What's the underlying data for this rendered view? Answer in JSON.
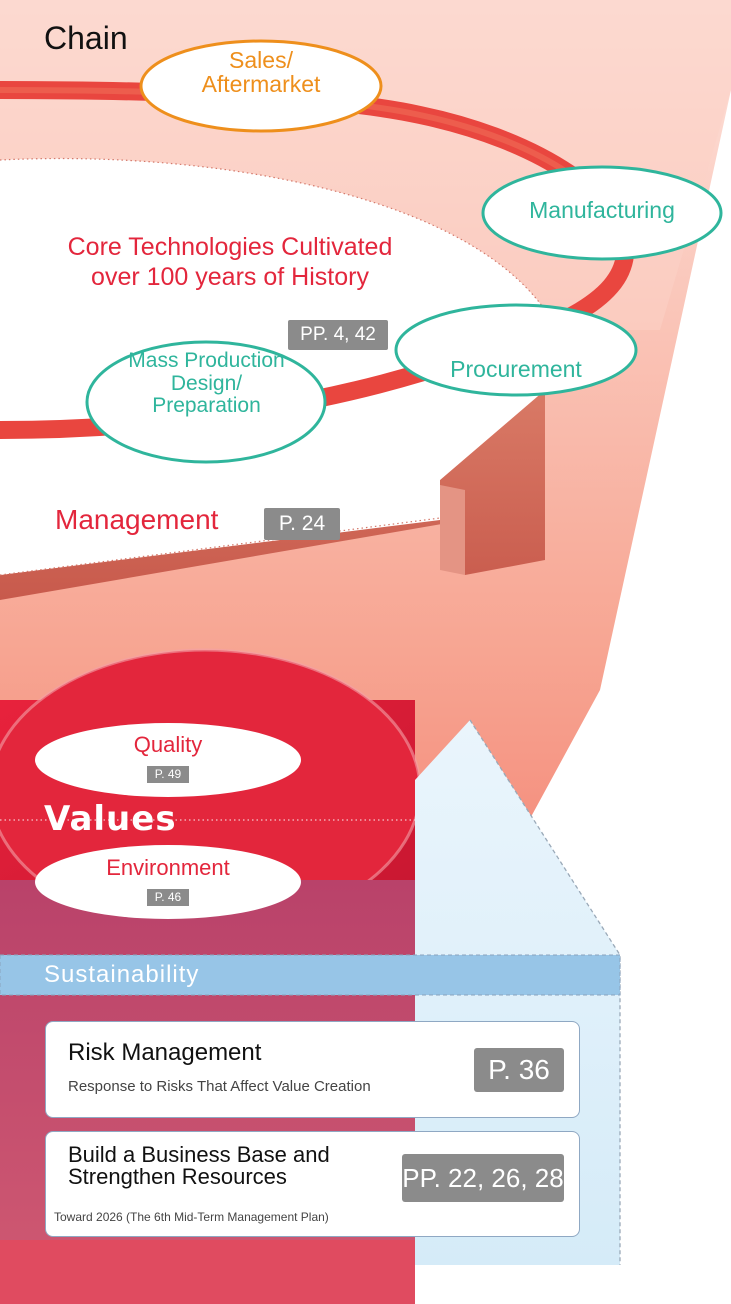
{
  "chain_title": "Chain",
  "cycle_nodes": {
    "sales": "Sales/\nAftermarket",
    "manufacturing": "Manufacturing",
    "procurement": "Procurement",
    "mass_production": "Mass Production\nDesign/\nPreparation"
  },
  "core_tech": {
    "title": "Core Technologies Cultivated\nover 100 years of History",
    "ref": "PP. 4, 42"
  },
  "management": {
    "label": "Management",
    "ref": "P. 24"
  },
  "values": {
    "title": "Values",
    "quality": {
      "label": "Quality",
      "ref": "P. 49"
    },
    "environment": {
      "label": "Environment",
      "ref": "P. 46"
    }
  },
  "sustainability": {
    "header": "Sustainability",
    "risk": {
      "title": "Risk Management",
      "subtitle": "Response to Risks That Affect Value Creation",
      "ref": "P. 36"
    },
    "business": {
      "title": "Build a Business Base and\nStrengthen Resources",
      "subtitle": "Toward 2026 (The 6th Mid-Term Management Plan)",
      "ref": "PP. 22, 26, 28"
    }
  },
  "colors": {
    "red": "#e3263c",
    "teal": "#2fb59c",
    "orange": "#ee8f1c",
    "gray_tag": "#8b8b8b",
    "sustain_blue": "#97c5e7"
  }
}
